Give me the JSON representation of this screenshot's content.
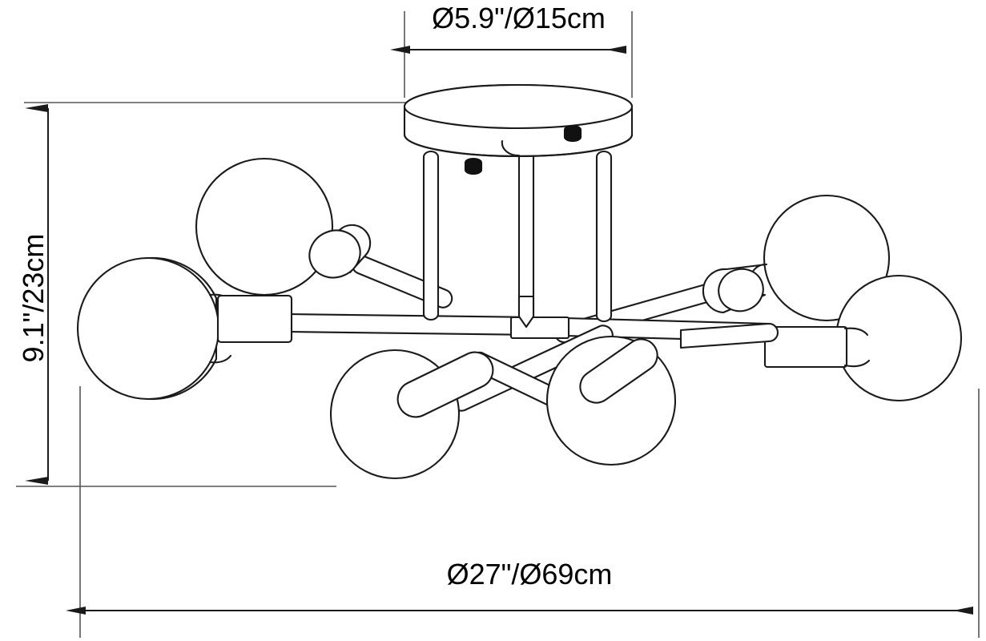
{
  "drawing": {
    "title": "Ceiling light fixture dimension drawing",
    "subject": "semi-flush-mount-8-light-sputnik-chandelier",
    "line_color": "#1a1a1a",
    "fill_color": "#ffffff",
    "background_color": "#ffffff"
  },
  "dimensions": {
    "top": {
      "label": "Ø5.9\"/Ø15cm",
      "measures": "canopy-diameter",
      "orientation": "horizontal"
    },
    "left": {
      "label": "9.1\"/23cm",
      "measures": "fixture-height",
      "orientation": "vertical"
    },
    "bottom": {
      "label": "Ø27\"/Ø69cm",
      "measures": "fixture-overall-diameter",
      "orientation": "horizontal"
    }
  },
  "parts": {
    "canopy": "ceiling-canopy-disc",
    "stems": "vertical-drop-stems",
    "hub": "center-hub-connector",
    "arms": "radial-arms",
    "sockets": "bulb-sockets",
    "bulbs": "globe-bulbs",
    "screws": "canopy-fasteners"
  }
}
